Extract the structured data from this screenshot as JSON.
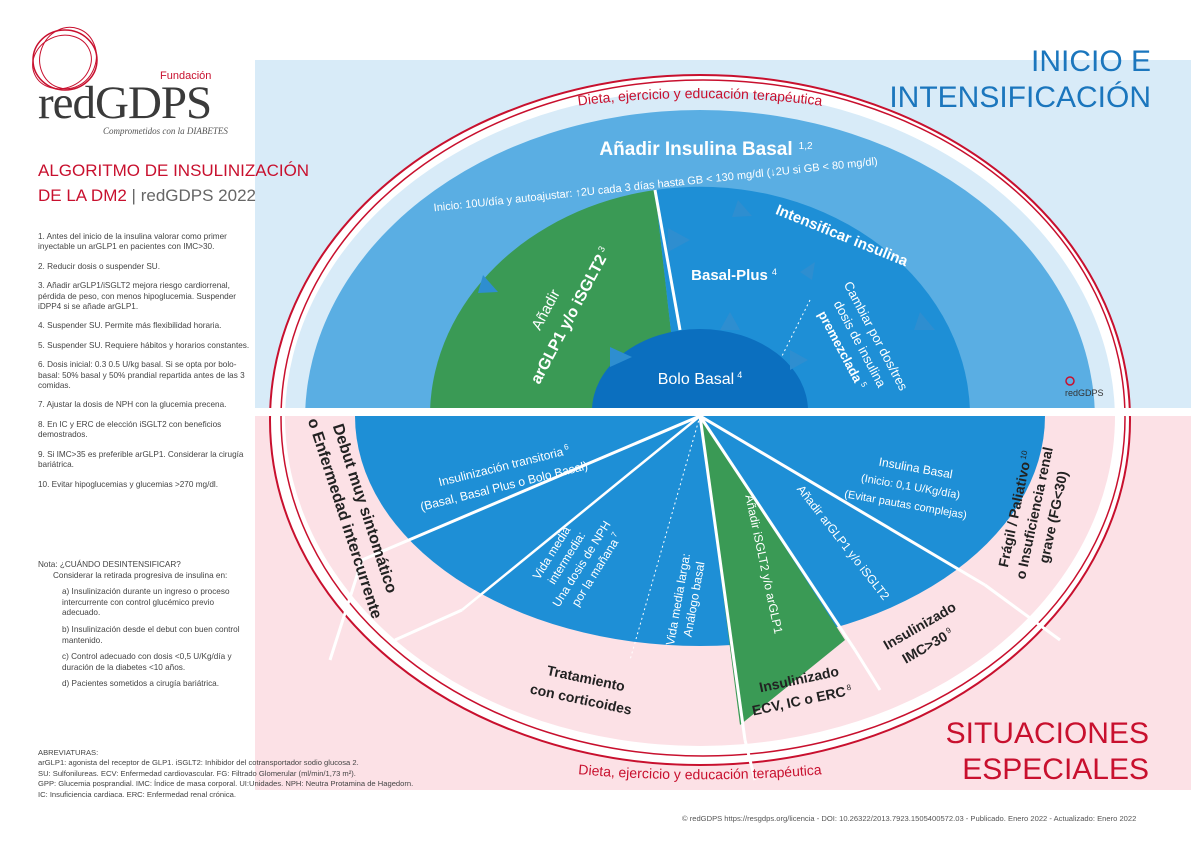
{
  "logo": {
    "fundacion": "Fundación",
    "name": "redGDPS",
    "tagline": "Comprometidos con la DIABETES"
  },
  "document": {
    "title_line1": "ALGORITMO DE INSULINIZACIÓN",
    "title_line2": "DE LA DM2",
    "separator": "|",
    "subtitle": "redGDPS 2022"
  },
  "notes": [
    "1. Antes del inicio de la insulina valorar como primer inyectable un arGLP1 en pacientes con IMC>30.",
    "2. Reducir dosis o suspender SU.",
    "3. Añadir arGLP1/iSGLT2 mejora riesgo cardiorrenal, pérdida de peso, con menos hipoglucemia. Suspender iDPP4 si se añade arGLP1.",
    "4. Suspender SU. Permite más flexibilidad horaria.",
    "5. Suspender SU. Requiere hábitos y horarios constantes.",
    "6. Dosis inicial: 0.3 0.5 U/kg basal. Si se opta por bolo-basal: 50% basal y 50% prandial repartida antes de las 3 comidas.",
    "7. Ajustar la dosis de NPH con la glucemia precena.",
    "8. En IC y ERC de elección iSGLT2 con beneficios demostrados.",
    "9. Si IMC>35 es preferible arGLP1. Considerar la cirugía bariátrica.",
    "10. Evitar hipoglucemias y glucemias >270 mg/dl."
  ],
  "desintensify": {
    "title": "Nota: ¿CUÁNDO DESINTENSIFICAR?",
    "intro": "Considerar la retirada progresiva de insulina en:",
    "items": [
      "a) Insulinización durante un ingreso o proceso intercurrente con control glucémico previo adecuado.",
      "b) Insulinización desde el debut con buen control mantenido.",
      "c) Control adecuado con dosis <0,5 U/Kg/día y duración de la diabetes <10 años.",
      "d) Pacientes sometidos a cirugía bariátrica."
    ]
  },
  "abbreviations": {
    "title": "ABREVIATURAS:",
    "lines": [
      "arGLP1: agonista del receptor de GLP1. iSGLT2: Inhibidor del cotransportador sodio glucosa 2.",
      "SU: Sulfonilureas. ECV: Enfermedad cardiovascular. FG: Filtrado Glomerular (ml/min/1,73 m²).",
      "GPP: Glucemia posprandial. IMC: Índice de masa corporal. UI:Unidades. NPH: Neutra Protamina de Hagedorn.",
      "IC: Insuficiencia cardiaca. ERC: Enfermedad renal crónica."
    ]
  },
  "header_right": {
    "line1": "INICIO E",
    "line2": "INTENSIFICACIÓN"
  },
  "header_special": {
    "line1": "SITUACIONES",
    "line2": "ESPECIALES"
  },
  "diet_top": "Dieta, ejercicio y educación terapéutica",
  "diet_bottom": "Dieta, ejercicio y educación terapéutica",
  "top": {
    "basal_title": "Añadir Insulina Basal",
    "basal_sup": "1,2",
    "arc_text": "Inicio: 10U/día y autoajustar: ↑2U cada 3 días hasta GB < 130 mg/dl (↓2U si GB < 80 mg/dl)",
    "intensify": "Intensificar insulina",
    "glp_line1": "Añadir",
    "glp_line2": "arGLP1 y/o iSGLT2",
    "glp_sup": "3",
    "basal_plus": "Basal-Plus",
    "basal_plus_sup": "4",
    "premix_line1": "Cambiar por dos/tres",
    "premix_line2": "dosis de insulina",
    "premix_line3": "premezclada",
    "premix_sup": "5",
    "bolo": "Bolo Basal",
    "bolo_sup": "4"
  },
  "bottom": {
    "transitoria_line1": "Insulinización transitoria",
    "transitoria_sup": "6",
    "transitoria_line2": "(Basal, Basal Plus o Bolo Basal)",
    "npH_line1": "Vida media",
    "npH_line2": "intermedia:",
    "npH_line3": "Una dosis de NPH",
    "npH_line4": "por la mañana",
    "npH_sup": "7",
    "larga_line1": "Vida media larga:",
    "larga_line2": "Análogo basal",
    "sglt2": "Añadir iSGLT2 y/o arGLP1",
    "glp1": "Añadir arGLP1 y/o iSGLT2",
    "basal_line1": "Insulina Basal",
    "basal_line2": "(Inicio: 0,1 U/Kg/día)",
    "basal_line3": "(Evitar pautas complejas)",
    "debut_line1": "Debut muy sintomático",
    "debut_line2": "o Enfermedad intercurrente",
    "cortico_line1": "Tratamiento",
    "cortico_line2": "con corticoides",
    "ecv_line1": "Insulinizado",
    "ecv_line2": "ECV, IC o ERC",
    "ecv_sup": "8",
    "imc_line1": "Insulinizado",
    "imc_line2": "IMC>30",
    "imc_sup": "9",
    "fragil_line1": "Frágil / Paliativo",
    "fragil_sup": "10",
    "fragil_line2": "o Insuficiencia renal",
    "fragil_line3": "grave (FG<30)"
  },
  "small_logo": "redGDPS",
  "footer": "© redGDPS https://resgdps.org/licencia - DOI: 10.26322/2013.7923.1505400572.03 - Publicado. Enero 2022 - Actualizado: Enero 2022",
  "colors": {
    "red": "#c8102e",
    "blue_light": "#5aaee3",
    "blue_mid": "#1e8fd6",
    "blue_dark": "#0b6fbf",
    "green": "#3a9a55",
    "pink": "#fbdde3"
  }
}
